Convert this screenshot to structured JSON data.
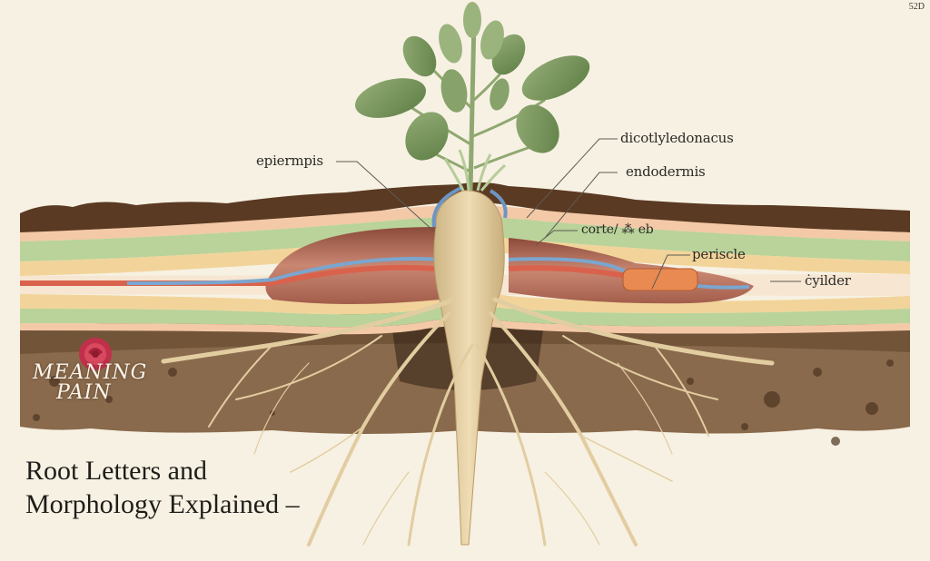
{
  "page_number": "52D",
  "title": {
    "line1": "Root Letters and",
    "line2": "Morphology Explained –"
  },
  "watermark": {
    "line1": "MEANING",
    "line2": "PAIN",
    "icon": "rose-icon"
  },
  "labels": {
    "epidermis": "epiermpis",
    "dicot": "dicotlyledonacus",
    "endodermis": "endodermis",
    "cortex": "corte/ ⁂ eb",
    "pericycle": "periscle",
    "cylinder": "ċyilder"
  },
  "colors": {
    "background": "#f7f1e3",
    "topsoil": "#5a3a22",
    "subsoil": "#8a6a4c",
    "layer_pink": "#f3c9a8",
    "layer_green": "#b9d39a",
    "layer_yellow": "#f2d49a",
    "cortex_red": "#b56a55",
    "xylem_blue": "#7aa6cf",
    "phloem_red": "#d9624c",
    "root_tan": "#e8d3a8",
    "leaf_green": "#7c9a5e"
  }
}
